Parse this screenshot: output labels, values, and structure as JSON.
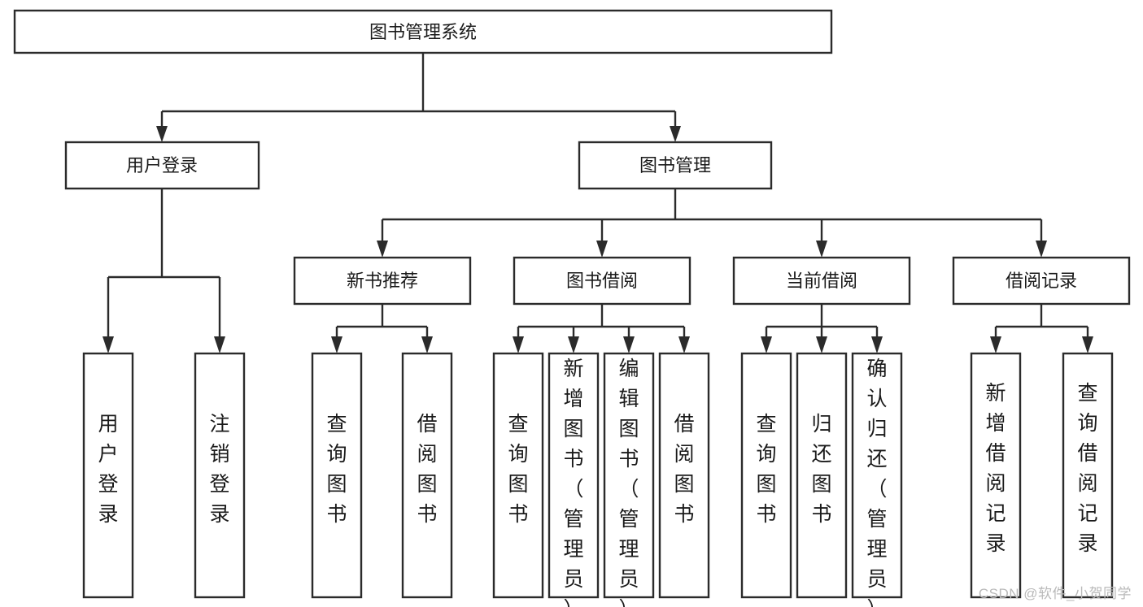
{
  "diagram": {
    "title": "图书管理系统",
    "type": "hierarchy-tree",
    "watermark": "CSDN @软件_小贺同学",
    "colors": {
      "stroke": "#2b2b2b",
      "box_fill": "#ffffff",
      "text": "#1a1a1a",
      "background": "#ffffff",
      "watermark": "#b9b9b9"
    },
    "root": {
      "label": "图书管理系统"
    },
    "level2": [
      {
        "label": "用户登录"
      },
      {
        "label": "图书管理"
      }
    ],
    "level3": [
      {
        "label": "新书推荐"
      },
      {
        "label": "图书借阅"
      },
      {
        "label": "当前借阅"
      },
      {
        "label": "借阅记录"
      }
    ],
    "leaves": {
      "user_login": [
        {
          "label": "用户登录"
        },
        {
          "label": "注销登录"
        }
      ],
      "new_book": [
        {
          "label": "查询图书"
        },
        {
          "label": "借阅图书"
        }
      ],
      "book_borrow": [
        {
          "label": "查询图书"
        },
        {
          "label": "新增图书（管理员）"
        },
        {
          "label": "编辑图书（管理员）"
        },
        {
          "label": "借阅图书"
        }
      ],
      "current_borrow": [
        {
          "label": "查询图书"
        },
        {
          "label": "归还图书"
        },
        {
          "label": "确认归还（管理员）"
        }
      ],
      "borrow_record": [
        {
          "label": "新增借阅记录"
        },
        {
          "label": "查询借阅记录"
        }
      ]
    }
  }
}
